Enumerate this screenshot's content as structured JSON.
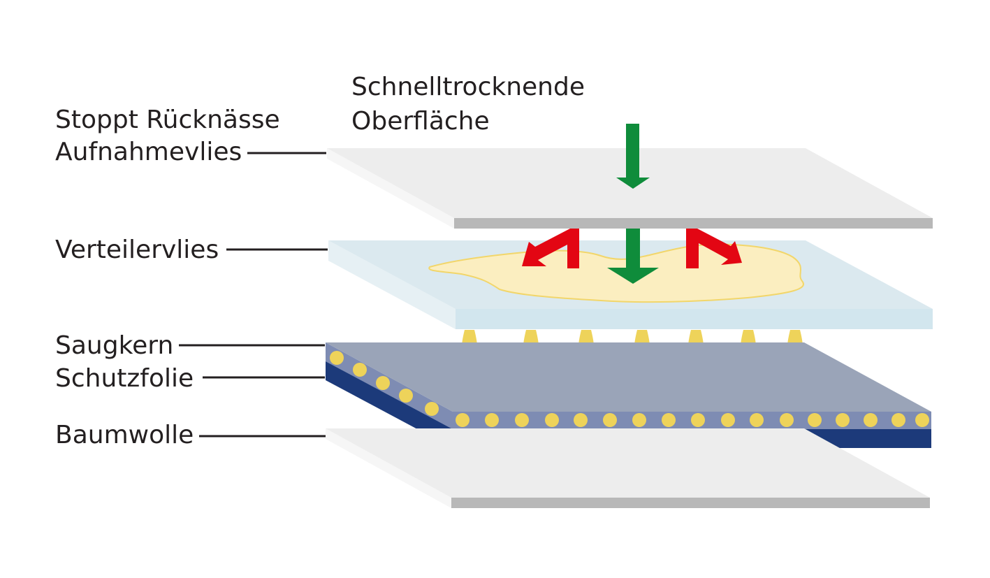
{
  "labels": {
    "top_left_line1": "Stoppt Rücknässe",
    "top_left_line2": "Aufnahmevlies",
    "top_center_line1": "Schnelltrocknende",
    "top_center_line2": "Oberfläche",
    "distribution_layer": "Verteilervlies",
    "absorbent_core": "Saugkern",
    "protective_film": "Schutzfolie",
    "cotton": "Baumwolle"
  },
  "colors": {
    "top_sheet": "#ededed",
    "top_sheet_edge": "#b8b8b8",
    "distribution_sheet": "#dbe9ef",
    "liquid": "#fbeec0",
    "liquid_edge": "#f2d66a",
    "core_top": "#9aa4b8",
    "core_edge": "#7e8cb3",
    "film": "#1c3a7a",
    "granule": "#eed35a",
    "arrow_down": "#0f8c3b",
    "arrow_back": "#e30613",
    "text": "#231f20"
  },
  "icons": {
    "down_arrow": "arrow-down-icon",
    "rewet_block_arrow": "arrow-bent-red-icon"
  }
}
